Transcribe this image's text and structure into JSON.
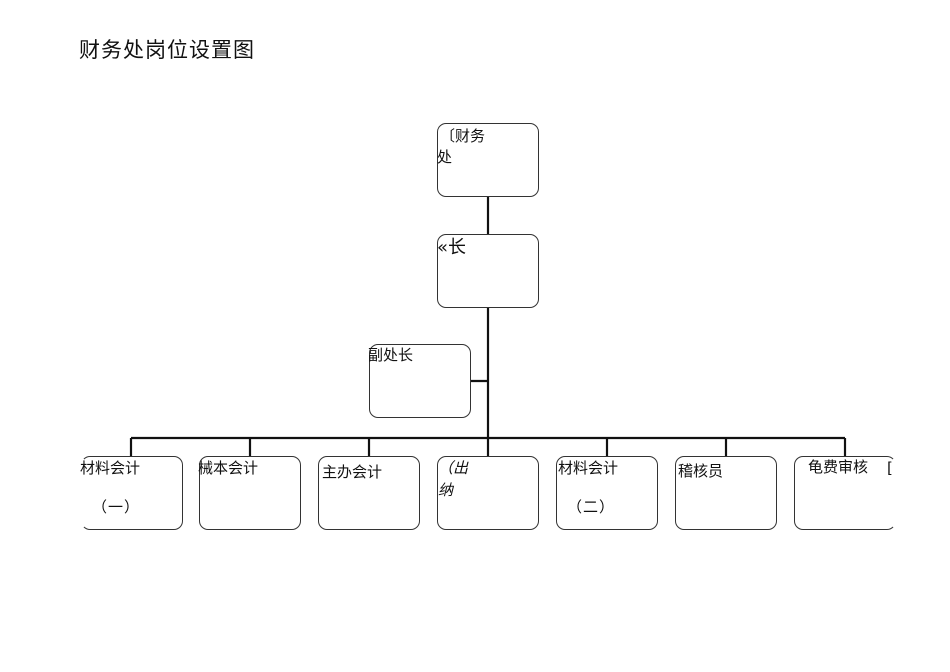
{
  "title": "财务处岗位设置图",
  "nodes": {
    "top": {
      "line1": "〔财务",
      "line2": "处"
    },
    "chief": {
      "line1": "«长"
    },
    "deputy": {
      "line1": "副处长"
    },
    "subordinates": [
      {
        "line1": "材料会计",
        "line2": "（一）"
      },
      {
        "line1": "械本会计"
      },
      {
        "line1": "主办会计"
      },
      {
        "line1": "（出",
        "line2": "纳"
      },
      {
        "line1": "材料会计",
        "line2": "（二）"
      },
      {
        "line1": "稽核员"
      },
      {
        "line1": "龟费审核",
        "line2": "["
      }
    ]
  },
  "colors": {
    "line": "#111111",
    "box_border": "#333333"
  }
}
